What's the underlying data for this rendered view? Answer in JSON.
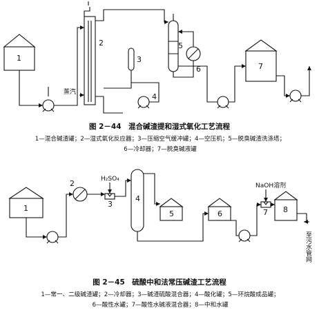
{
  "figure1": {
    "caption": "图 2－44　混合碱渣提和湿式氧化工艺流程",
    "legend_line1": "1—混合碱渣罐；2—湿式氧化反应器；3—压缩空气缓冲罐；4—空压机；5—脱臭碱渣洗涤塔；",
    "legend_line2": "6—冷却器；7—脱臭碱液罐",
    "labels": {
      "n1": "1",
      "n2": "2",
      "n3": "3",
      "n4": "4",
      "n5": "5",
      "n6": "6",
      "n7": "7",
      "steam": "蒸汽"
    }
  },
  "figure2": {
    "caption": "图 2－45　硫酸中和法常压碱渣工艺流程",
    "legend_line1": "1—常一、二级碱渣罐；2—冷却器；3—碱渣硫酸混合器；4—酸化罐；5—环烷酸成品罐；",
    "legend_line2": "6—酸性水罐；7—酸性水碱液混合器；8—中和水罐",
    "labels": {
      "n1": "1",
      "n2": "2",
      "n3": "3",
      "n4": "4",
      "n5": "5",
      "n6": "6",
      "n7": "7",
      "n8": "8",
      "acid": "H₂SO₄",
      "naoh": "NaOH溶剂",
      "sewer": "至污水管网"
    }
  }
}
